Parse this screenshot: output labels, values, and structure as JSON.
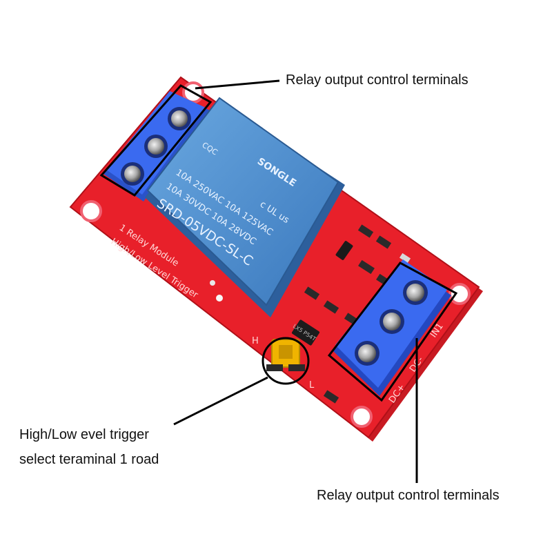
{
  "callouts": {
    "top": "Relay output control terminals",
    "bottom": "Relay output control terminals",
    "jumper_line1": "High/Low evel trigger",
    "jumper_line2": "select teraminal 1 road"
  },
  "relay": {
    "brand": "SONGLE",
    "cert": "CQC",
    "rating1": "10A 250VAC 10A 125VAC",
    "rating2": "10A 30VDC 10A 28VDC",
    "model": "SRD-05VDC-SL-C",
    "ul_mark": "c UL us"
  },
  "pcb": {
    "silk_line1": "1 Relay Module",
    "silk_line2": "High/Low Level Trigger",
    "pin_in": "IN1",
    "pin_gnd": "DC-",
    "pin_vcc": "DC+",
    "pin_h": "H",
    "pin_l": "L",
    "ic_label": "LX5 P54T"
  },
  "colors": {
    "pcb_red": "#e8202a",
    "relay_blue": "#4a8fd1",
    "terminal_blue": "#2f5fe0",
    "jumper_yellow": "#f0b400",
    "line_black": "#000000"
  }
}
